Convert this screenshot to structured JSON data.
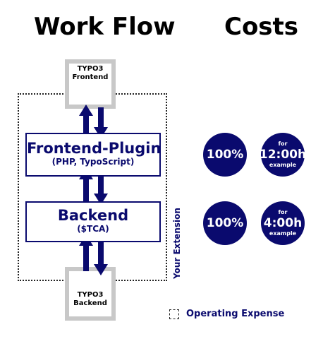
{
  "headings": {
    "work_flow": "Work Flow",
    "costs": "Costs"
  },
  "workflow": {
    "frontend_top": "TYPO3",
    "frontend_bottom": "Frontend",
    "plugin_title": "Frontend-Plugin",
    "plugin_sub": "(PHP, TypoScript)",
    "backend_title": "Backend",
    "backend_sub": "($TCA)",
    "backend_box_top": "TYPO3",
    "backend_box_bottom": "Backend",
    "extension_label": "Your Extension"
  },
  "costs": {
    "row1": {
      "percent": "100%",
      "for_label": "for",
      "time": "12:00h",
      "example_label": "example"
    },
    "row2": {
      "percent": "100%",
      "for_label": "for",
      "time": "4:00h",
      "example_label": "example"
    }
  },
  "legend": {
    "operating_expense": "Operating Expense"
  },
  "colors": {
    "navy": "#0a0a6e",
    "grey": "#c8c8c8"
  }
}
